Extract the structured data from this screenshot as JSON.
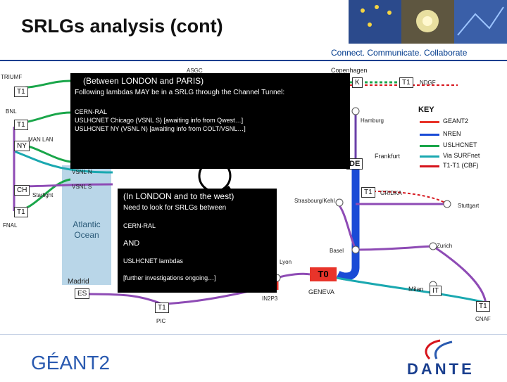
{
  "header": {
    "title": "SRLGs analysis (cont)",
    "tagline": "Connect. Communicate. Collaborate"
  },
  "map": {
    "ocean_label": "Atlantic Ocean",
    "sites": {
      "triumf": "TRIUMF",
      "bnl": "BNL",
      "manlan": "MAN LAN",
      "starlight": "Starlight",
      "fnal": "FNAL",
      "asgc": "ASGC",
      "copenhagen": "Copenhagen",
      "ndgf": "NDGF",
      "hamburg": "Hamburg",
      "frankfurt": "Frankfurt",
      "gridka": "GRIDKA",
      "strasbourg": "Strasbourg/Kehl",
      "stuttgart": "Stuttgart",
      "basel": "Basel",
      "zurich": "Zurich",
      "lyon": "Lyon",
      "geneva": "GENEVA",
      "milan": "Milan",
      "madrid": "Madrid",
      "pic": "PIC",
      "in2p3": "IN2P3",
      "cnaf": "CNAF",
      "vsnl_n": "VSNL N",
      "vsnl_s": "VSNL S"
    },
    "boxes": {
      "t1": "T1",
      "t0": "T0",
      "ny": "NY",
      "ch": "CH",
      "de": "DE",
      "es": "ES",
      "it": "IT",
      "k": "K"
    }
  },
  "callout_top": {
    "title": "(Between LONDON and PARIS)",
    "subtitle": "Following lambdas MAY be in a SRLG through the Channel Tunnel:",
    "lines": [
      "CERN-RAL",
      "USLHCNET Chicago (VSNL S) [awaiting info from Qwest…]",
      "USLHCNET NY (VSNL N) [awaiting info from COLT/VSNL…]"
    ]
  },
  "callout_bottom": {
    "title": "(In LONDON and to the west)",
    "subtitle": "Need to look for SRLGs between",
    "line1": "CERN-RAL",
    "line2": "AND",
    "line3": "USLHCNET lambdas",
    "line4": "[further investigations ongoing…]"
  },
  "key": {
    "title": "KEY",
    "items": [
      {
        "label": "GEANT2",
        "color": "#e8342a"
      },
      {
        "label": "NREN",
        "color": "#1a4bd6"
      },
      {
        "label": "USLHCNET",
        "color": "#1aa64a"
      },
      {
        "label": "Via SURFnet",
        "color": "#1aa8b0"
      },
      {
        "label": "T1-T1 (CBF)",
        "color": "#d6141c"
      }
    ]
  },
  "footer": {
    "left_logo": "GÉANT2",
    "right_logo": "DANTE"
  }
}
